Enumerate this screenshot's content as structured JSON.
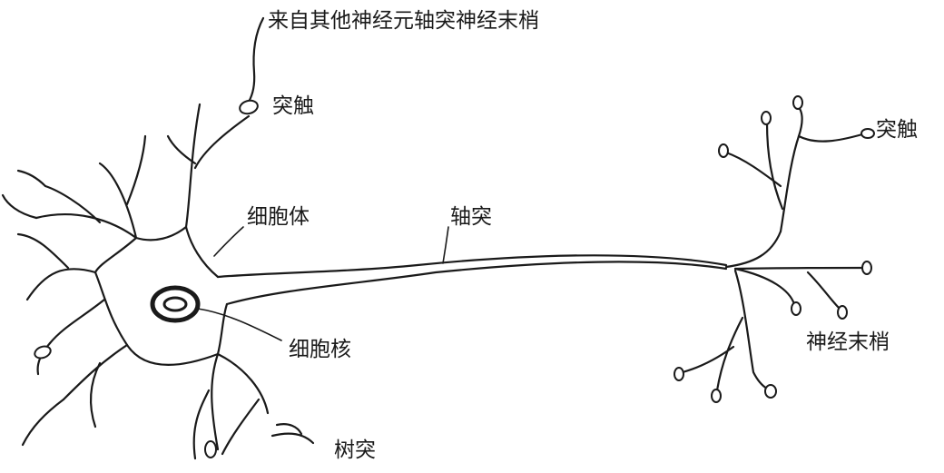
{
  "labels": {
    "from_other_axon_terminal": "来自其他神经元轴突神经末梢",
    "synapse_upper": "突触",
    "synapse_right": "突触",
    "cell_body": "细胞体",
    "axon": "轴突",
    "nucleus": "细胞核",
    "dendrite": "树突",
    "nerve_terminal": "神经末梢"
  }
}
